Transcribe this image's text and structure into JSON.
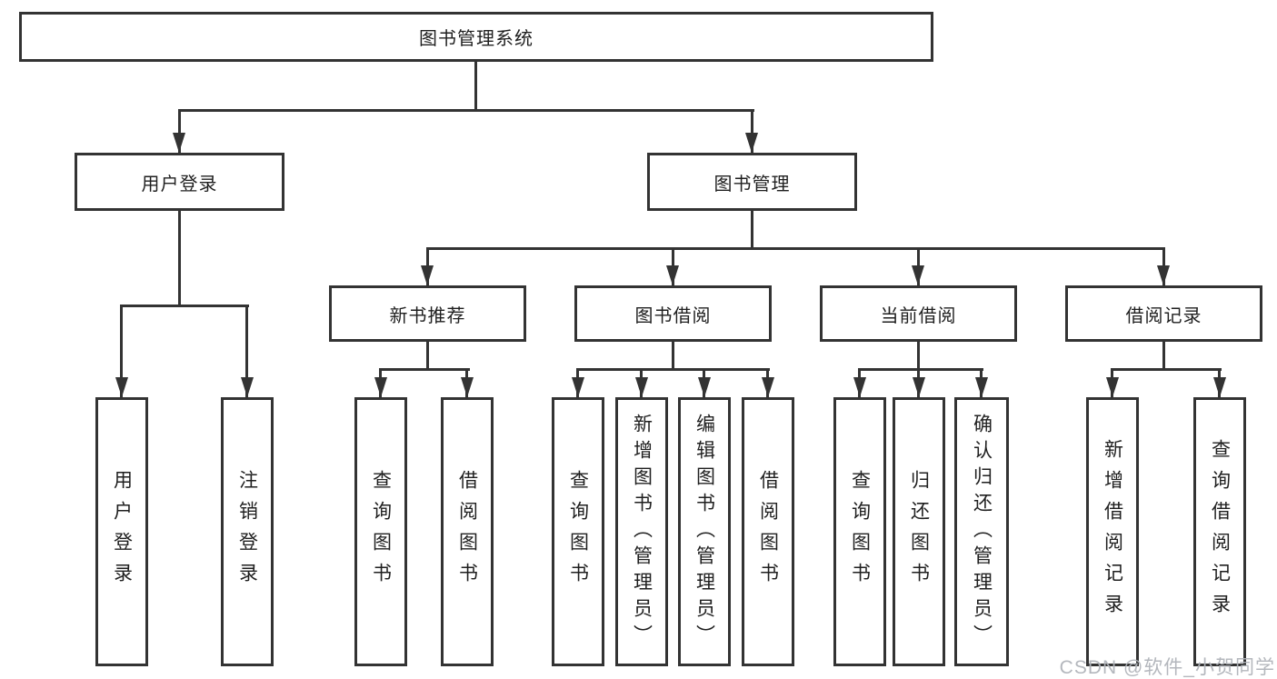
{
  "diagram": {
    "root": "图书管理系统",
    "branches": [
      {
        "label": "用户登录",
        "children": [
          {
            "label": "用户登录"
          },
          {
            "label": "注销登录"
          }
        ]
      },
      {
        "label": "图书管理",
        "children": [
          {
            "label": "新书推荐",
            "children": [
              {
                "label": "查询图书"
              },
              {
                "label": "借阅图书"
              }
            ]
          },
          {
            "label": "图书借阅",
            "children": [
              {
                "label": "查询图书"
              },
              {
                "label": "新增图书（管理员）"
              },
              {
                "label": "编辑图书（管理员）"
              },
              {
                "label": "借阅图书"
              }
            ]
          },
          {
            "label": "当前借阅",
            "children": [
              {
                "label": "查询图书"
              },
              {
                "label": "归还图书"
              },
              {
                "label": "确认归还（管理员）"
              }
            ]
          },
          {
            "label": "借阅记录",
            "children": [
              {
                "label": "新增借阅记录"
              },
              {
                "label": "查询借阅记录"
              }
            ]
          }
        ]
      }
    ]
  },
  "watermark": "CSDN @软件_小贺同学",
  "colors": {
    "line": "#333333",
    "text": "#1f1f1f",
    "background": "#ffffff",
    "watermark": "#b0b4ba"
  }
}
